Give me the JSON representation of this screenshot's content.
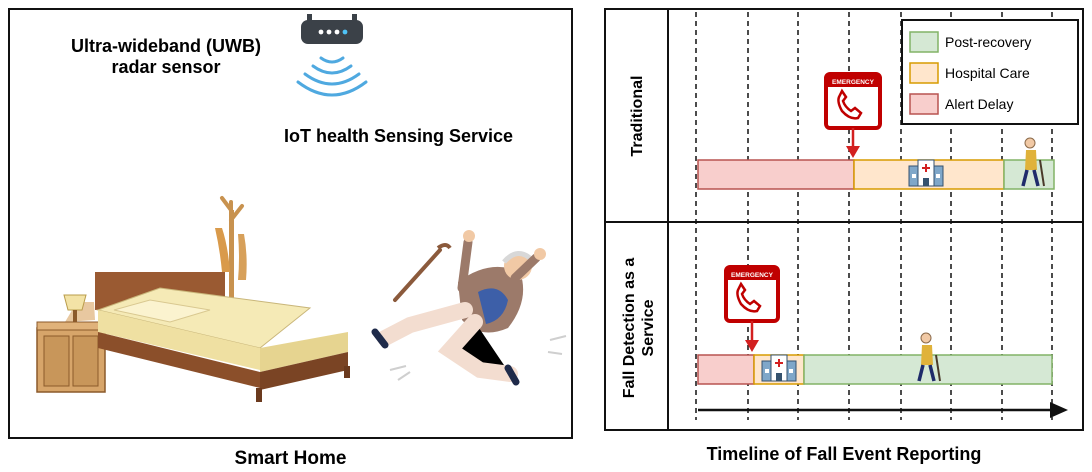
{
  "left_panel": {
    "sensor_label_line1": "Ultra-wideband (UWB)",
    "sensor_label_line2": "radar sensor",
    "service_label": "IoT health Sensing Service",
    "caption": "Smart Home"
  },
  "right_panel": {
    "caption": "Timeline of Fall Event Reporting",
    "rows": [
      {
        "label": "Traditional"
      },
      {
        "label_line1": "Fall Detection as a",
        "label_line2": "Service"
      }
    ],
    "legend": [
      {
        "label": "Post-recovery",
        "color": "#d5e8d4",
        "stroke": "#82b366"
      },
      {
        "label": "Hospital Care",
        "color": "#ffe6cc",
        "stroke": "#d79b00"
      },
      {
        "label": "Alert Delay",
        "color": "#f8cecc",
        "stroke": "#b85450"
      }
    ],
    "emergency_label": "EMERGENCY"
  },
  "colors": {
    "alert": "#f8cecc",
    "alert_stroke": "#b85450",
    "hospital": "#ffe6cc",
    "hospital_stroke": "#d79b00",
    "recovery": "#d5e8d4",
    "recovery_stroke": "#82b366",
    "emergency_red": "#c00000"
  }
}
